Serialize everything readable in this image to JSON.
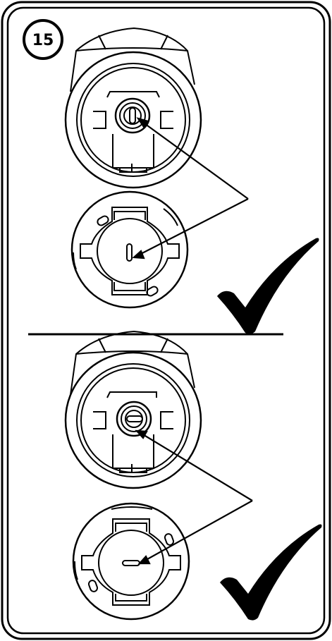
{
  "step": {
    "number": "15"
  },
  "panels": [
    {
      "id": "top",
      "slot_orientation": "vertical",
      "status": "correct",
      "status_icon": "checkmark-icon"
    },
    {
      "id": "bottom",
      "slot_orientation": "horizontal",
      "status": "correct",
      "status_icon": "checkmark-icon"
    }
  ],
  "colors": {
    "line": "#000000",
    "background": "#ffffff"
  }
}
